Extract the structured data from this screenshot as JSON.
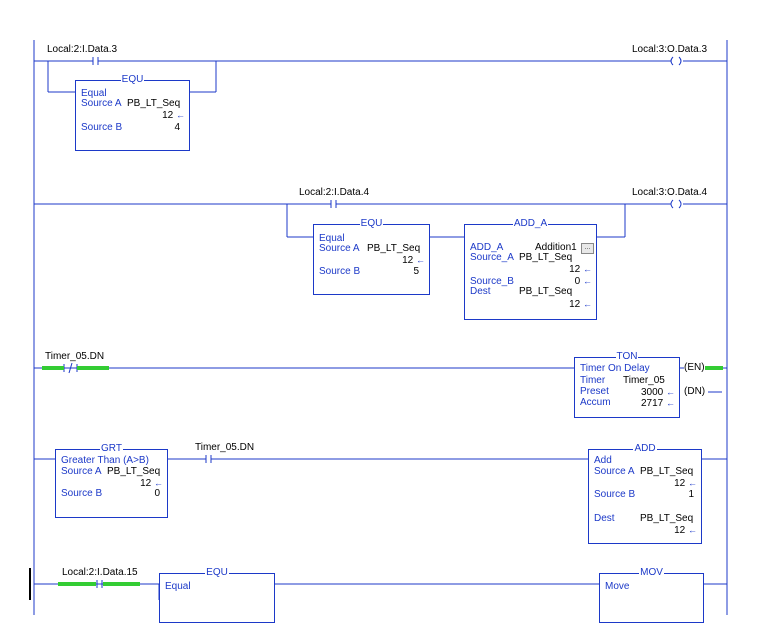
{
  "rungs": [
    {
      "contact_tag": "Local:2:I.Data.3",
      "coil_tag": "Local:3:O.Data.3",
      "equ": {
        "title": "EQU",
        "desc": "Equal",
        "src_a_label": "Source A",
        "src_a_tag": "PB_LT_Seq",
        "src_a_val": "12",
        "src_b_label": "Source B",
        "src_b_val": "4"
      }
    },
    {
      "contact_tag": "Local:2:I.Data.4",
      "coil_tag": "Local:3:O.Data.4",
      "equ": {
        "title": "EQU",
        "desc": "Equal",
        "src_a_label": "Source A",
        "src_a_tag": "PB_LT_Seq",
        "src_a_val": "12",
        "src_b_label": "Source B",
        "src_b_val": "5"
      },
      "add": {
        "title": "ADD_A",
        "name_label": "ADD_A",
        "name_val": "Addition1",
        "src_a_label": "Source_A",
        "src_a_tag": "PB_LT_Seq",
        "src_a_val": "12",
        "src_b_label": "Source_B",
        "src_b_val": "0",
        "dest_label": "Dest",
        "dest_tag": "PB_LT_Seq",
        "dest_val": "12"
      }
    },
    {
      "contact_tag": "Timer_05.DN",
      "ton": {
        "title": "TON",
        "desc": "Timer On Delay",
        "timer_label": "Timer",
        "timer_val": "Timer_05",
        "preset_label": "Preset",
        "preset_val": "3000",
        "accum_label": "Accum",
        "accum_val": "2717",
        "en": "EN",
        "dn": "DN"
      }
    },
    {
      "grt": {
        "title": "GRT",
        "desc": "Greater Than (A>B)",
        "src_a_label": "Source A",
        "src_a_tag": "PB_LT_Seq",
        "src_a_val": "12",
        "src_b_label": "Source B",
        "src_b_val": "0"
      },
      "contact_tag": "Timer_05.DN",
      "add": {
        "title": "ADD",
        "desc": "Add",
        "src_a_label": "Source A",
        "src_a_tag": "PB_LT_Seq",
        "src_a_val": "12",
        "src_b_label": "Source B",
        "src_b_val": "1",
        "dest_label": "Dest",
        "dest_tag": "PB_LT_Seq",
        "dest_val": "12"
      }
    },
    {
      "contact_tag": "Local:2:I.Data.15",
      "equ": {
        "title": "EQU",
        "desc": "Equal"
      },
      "mov": {
        "title": "MOV",
        "desc": "Move"
      }
    }
  ],
  "colors": {
    "wire": "#1c39c8",
    "energized": "#33cc33",
    "rail": "#1c39c8"
  },
  "icons": {
    "ellipsis": "browse-ellipsis-icon",
    "arrow": "←"
  }
}
